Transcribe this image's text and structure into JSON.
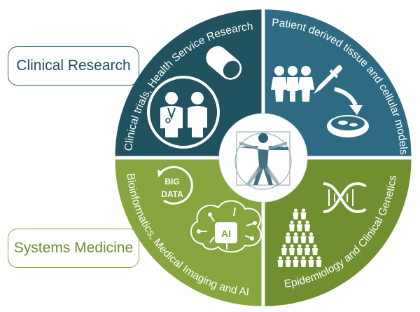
{
  "boxes": {
    "clinical_research": "Clinical Research",
    "systems_medicine": "Systems Medicine"
  },
  "quadrants": {
    "top_left": "Clinical trials, Health Service Research",
    "top_right": "Patient derived tissue and cellular models",
    "bottom_left": "Bioinformatics, Medical Imaging and AI",
    "bottom_right": "Epidemiology and Clinical Genetics"
  },
  "big_data": {
    "line1": "BIG",
    "line2": "DATA"
  },
  "ai_label": "AI",
  "colors": {
    "top_left": "#20535f",
    "top_right": "#2e6b82",
    "bottom_left": "#86a53f",
    "bottom_right": "#6f8f30",
    "center": "#ffffff"
  }
}
